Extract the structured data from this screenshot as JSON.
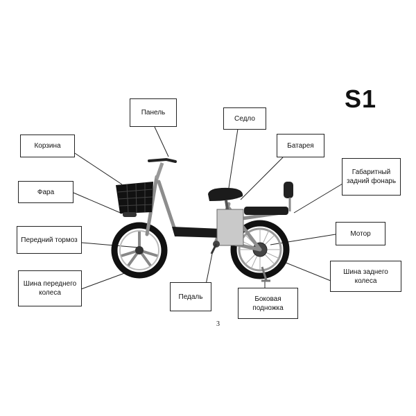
{
  "model": "S1",
  "page_number": "3",
  "labels": {
    "panel": "Панель",
    "saddle": "Седло",
    "basket": "Корзина",
    "battery": "Батарея",
    "headlight": "Фара",
    "rear_light": "Габаритный задний фонарь",
    "front_brake": "Передний тормоз",
    "motor": "Мотор",
    "front_tire": "Шина переднего колеса",
    "rear_tire": "Шина заднего колеса",
    "pedal": "Педаль",
    "kickstand": "Боковая подножка"
  }
}
